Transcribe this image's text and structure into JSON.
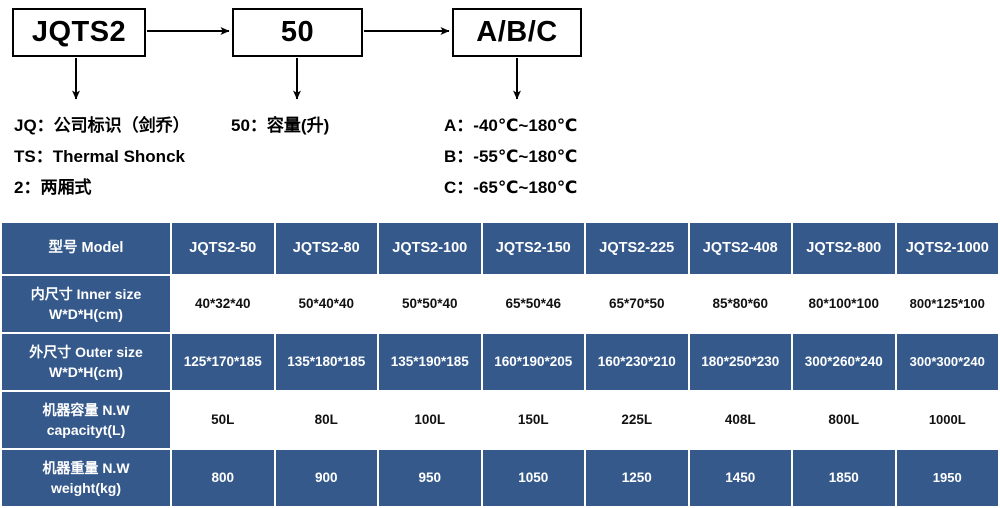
{
  "diagram": {
    "boxes": [
      {
        "id": "model",
        "label": "JQTS2"
      },
      {
        "id": "volume",
        "label": "50"
      },
      {
        "id": "temp",
        "label": "A/B/C"
      }
    ],
    "legends": {
      "model": [
        "JQ：公司标识（剑乔）",
        "TS：Thermal Shonck",
        "2：两厢式"
      ],
      "volume": [
        "50：容量(升)"
      ],
      "temp": [
        "A：-40℃~180℃",
        "B：-55℃~180℃",
        "C：-65℃~180℃"
      ]
    }
  },
  "table": {
    "header": {
      "rowlabel": "型号 Model",
      "models": [
        "JQTS2-50",
        "JQTS2-80",
        "JQTS2-100",
        "JQTS2-150",
        "JQTS2-225",
        "JQTS2-408",
        "JQTS2-800",
        "JQTS2-1000"
      ]
    },
    "rows": [
      {
        "label_line1": "内尺寸 Inner size",
        "label_line2": "W*D*H(cm)",
        "style": "white",
        "values": [
          "40*32*40",
          "50*40*40",
          "50*50*40",
          "65*50*46",
          "65*70*50",
          "85*80*60",
          "80*100*100",
          "800*125*100"
        ]
      },
      {
        "label_line1": "外尺寸 Outer size",
        "label_line2": "W*D*H(cm)",
        "style": "blue",
        "values": [
          "125*170*185",
          "135*180*185",
          "135*190*185",
          "160*190*205",
          "160*230*210",
          "180*250*230",
          "300*260*240",
          "300*300*240"
        ]
      },
      {
        "label_line1": "机器容量 N.W",
        "label_line2": "capacityt(L)",
        "style": "white",
        "values": [
          "50L",
          "80L",
          "100L",
          "150L",
          "225L",
          "408L",
          "800L",
          "1000L"
        ]
      },
      {
        "label_line1": "机器重量 N.W",
        "label_line2": "weight(kg)",
        "style": "blue",
        "values": [
          "800",
          "900",
          "950",
          "1050",
          "1250",
          "1450",
          "1850",
          "1950"
        ]
      }
    ]
  },
  "colors": {
    "table_blue": "#35598b",
    "table_white": "#ffffff",
    "text_dark": "#111111",
    "stroke_black": "#000000"
  }
}
